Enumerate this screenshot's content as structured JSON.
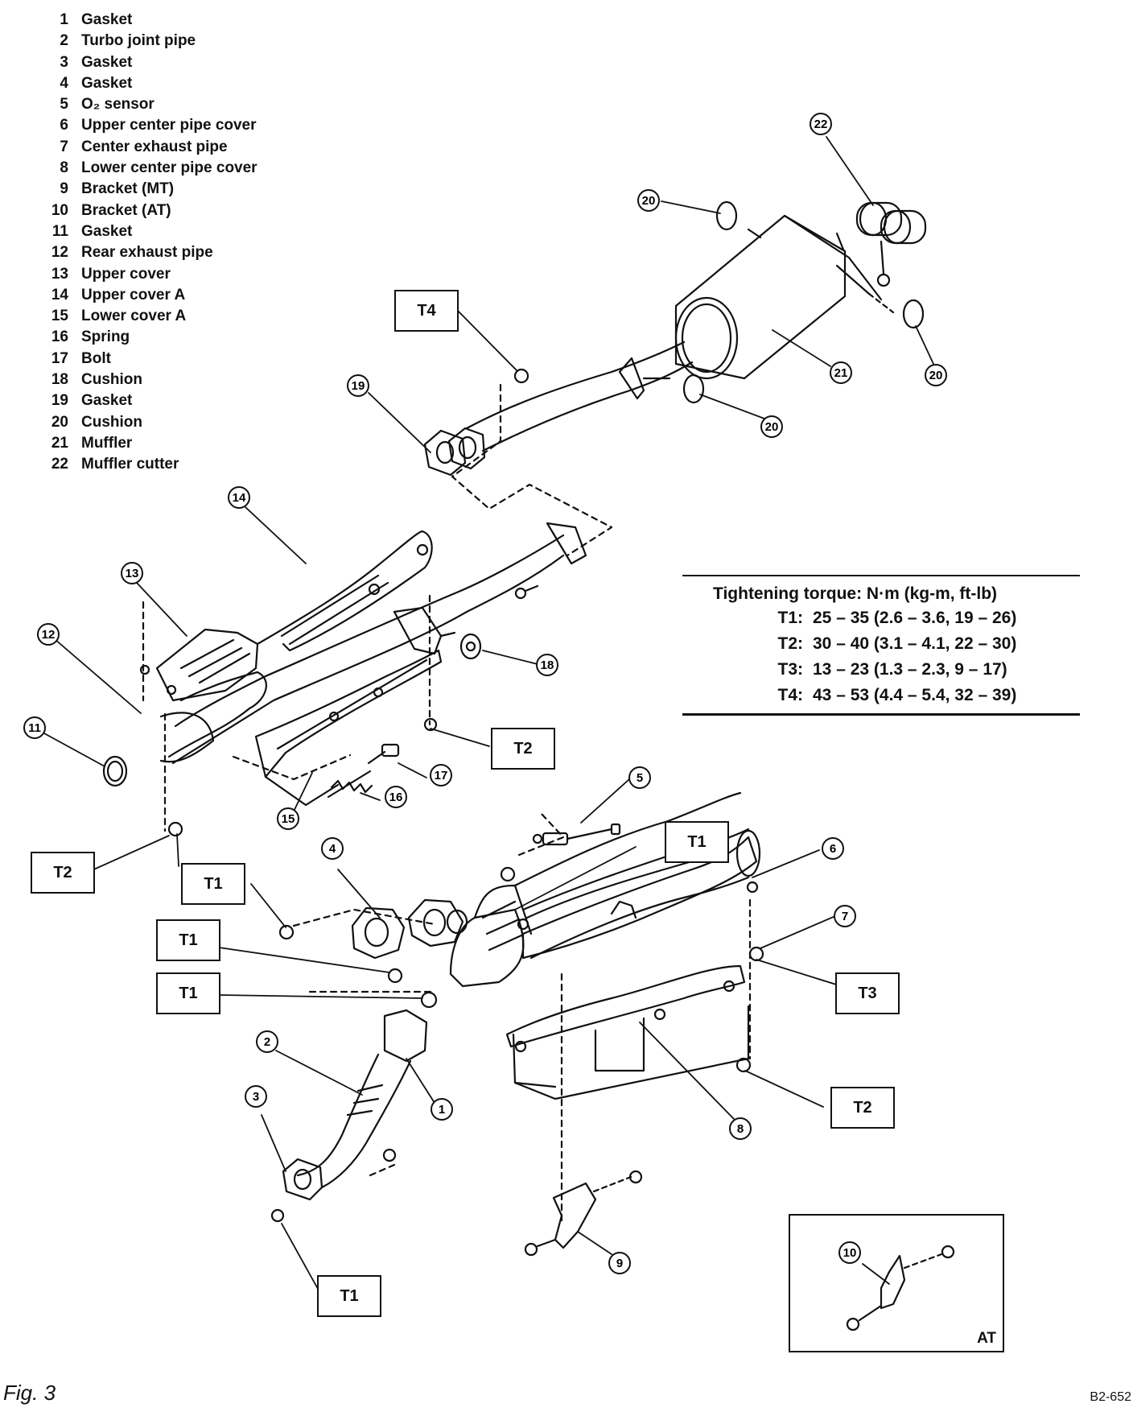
{
  "legend": [
    {
      "num": "1",
      "name": "Gasket"
    },
    {
      "num": "2",
      "name": "Turbo joint pipe"
    },
    {
      "num": "3",
      "name": "Gasket"
    },
    {
      "num": "4",
      "name": "Gasket"
    },
    {
      "num": "5",
      "name": "O₂ sensor"
    },
    {
      "num": "6",
      "name": "Upper center pipe cover"
    },
    {
      "num": "7",
      "name": "Center exhaust pipe"
    },
    {
      "num": "8",
      "name": "Lower center pipe cover"
    },
    {
      "num": "9",
      "name": "Bracket (MT)"
    },
    {
      "num": "10",
      "name": "Bracket (AT)"
    },
    {
      "num": "11",
      "name": "Gasket"
    },
    {
      "num": "12",
      "name": "Rear exhaust pipe"
    },
    {
      "num": "13",
      "name": "Upper cover"
    },
    {
      "num": "14",
      "name": "Upper cover A"
    },
    {
      "num": "15",
      "name": "Lower cover A"
    },
    {
      "num": "16",
      "name": "Spring"
    },
    {
      "num": "17",
      "name": "Bolt"
    },
    {
      "num": "18",
      "name": "Cushion"
    },
    {
      "num": "19",
      "name": "Gasket"
    },
    {
      "num": "20",
      "name": "Cushion"
    },
    {
      "num": "21",
      "name": "Muffler"
    },
    {
      "num": "22",
      "name": "Muffler cutter"
    }
  ],
  "torque": {
    "title": "Tightening torque:  N·m (kg-m, ft-lb)",
    "rows": [
      {
        "key": "T1:",
        "value": "25 – 35 (2.6 – 3.6, 19 – 26)"
      },
      {
        "key": "T2:",
        "value": "30 – 40 (3.1 – 4.1, 22 – 30)"
      },
      {
        "key": "T3:",
        "value": "13 – 23 (1.3 – 2.3, 9 – 17)"
      },
      {
        "key": "T4:",
        "value": "43 – 53 (4.4 – 5.4, 32 – 39)"
      }
    ]
  },
  "torque_labels": {
    "t4_muffler": "T4",
    "t2_rear": "T2",
    "t2_left": "T2",
    "t1_center": "T1",
    "t1_left_a": "T1",
    "t1_left_b": "T1",
    "t1_left_c": "T1",
    "t3_right": "T3",
    "t2_right": "T2",
    "t1_bottom": "T1"
  },
  "callouts": {
    "c1": "1",
    "c2": "2",
    "c3": "3",
    "c4": "4",
    "c5": "5",
    "c6": "6",
    "c7": "7",
    "c8": "8",
    "c9": "9",
    "c10": "10",
    "c11": "11",
    "c12": "12",
    "c13": "13",
    "c14": "14",
    "c15": "15",
    "c16": "16",
    "c17": "17",
    "c18": "18",
    "c19": "19",
    "c20a": "20",
    "c20b": "20",
    "c20c": "20",
    "c21": "21",
    "c22": "22"
  },
  "inset_label": "AT",
  "figure_caption": "Fig. 3",
  "figure_code": "B2-652"
}
